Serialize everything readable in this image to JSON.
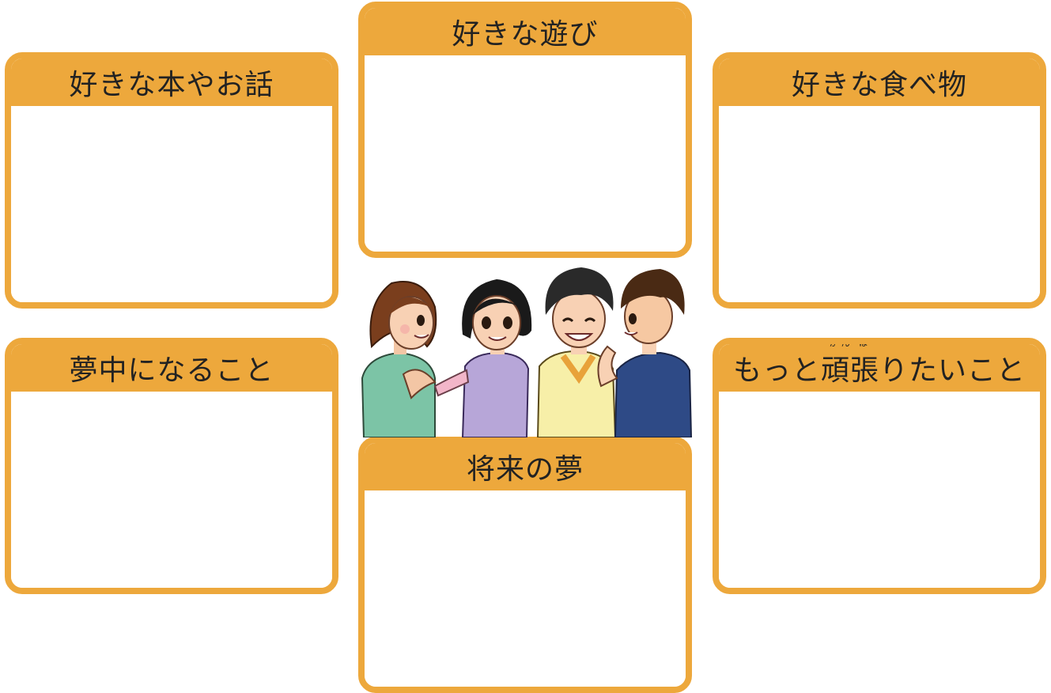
{
  "cards": {
    "books": {
      "title": "好きな本やお話"
    },
    "play": {
      "title": "好きな遊び"
    },
    "food": {
      "title": "好きな食べ物"
    },
    "passion": {
      "title": "夢中になること"
    },
    "effort": {
      "title_before": "もっと",
      "title_ruby_base": "頑張",
      "title_ruby_text": "がん ば",
      "title_after": "りたいこと"
    },
    "dream": {
      "title": "将来の夢"
    }
  },
  "colors": {
    "frame": "#eda83c",
    "text": "#222222",
    "background": "#ffffff"
  },
  "illustration": {
    "subject": "four-children-talking"
  }
}
